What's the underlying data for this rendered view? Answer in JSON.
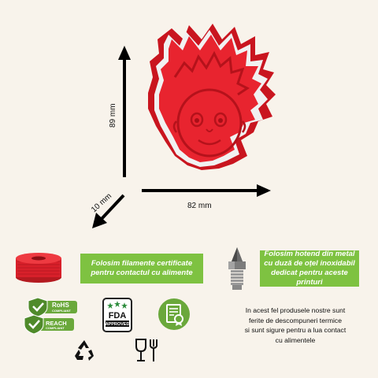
{
  "product": {
    "name": "cookie-cutter-boy-face",
    "color": "#e8242f"
  },
  "dimensions": {
    "height_label": "89 mm",
    "width_label": "82 mm",
    "depth_label": "10 mm"
  },
  "features": {
    "filament_text": "Folosim filamente certificate pentru contactul cu alimente",
    "hotend_text": "Folosim hotend din metal cu duză de oțel inoxidabil dedicat pentru aceste printuri",
    "accent_color": "#7ec241"
  },
  "badges": {
    "rohs_title": "RoHS",
    "rohs_sub": "COMPLIANT",
    "reach_title": "REACH",
    "reach_sub": "COMPLIANT",
    "fda_title": "FDA",
    "fda_sub": "APPROVED"
  },
  "info": {
    "line1": "In acest fel produsele nostre sunt",
    "line2": "ferite de descompuneri termice",
    "line3": "si sunt sigure  pentru a lua contact",
    "line4": "cu alimentele"
  }
}
